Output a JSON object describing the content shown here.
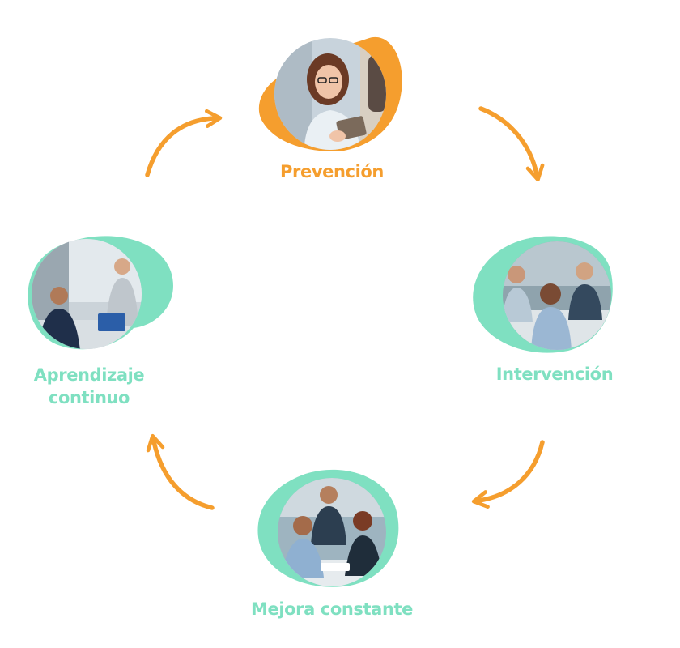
{
  "colors": {
    "orange": "#F59E2E",
    "mint": "#7FE0C1"
  },
  "cycle": {
    "steps": [
      {
        "id": "prevencion",
        "label": "Prevención",
        "photo": "woman-with-tablet-photo"
      },
      {
        "id": "intervencion",
        "label": "Intervención",
        "photo": "team-meeting-photo"
      },
      {
        "id": "mejora",
        "label": "Mejora constante",
        "photo": "colleagues-reviewing-documents-photo"
      },
      {
        "id": "aprendizaje",
        "label_line1": "Aprendizaje",
        "label_line2": "continuo",
        "photo": "office-discussion-photo"
      }
    ]
  }
}
